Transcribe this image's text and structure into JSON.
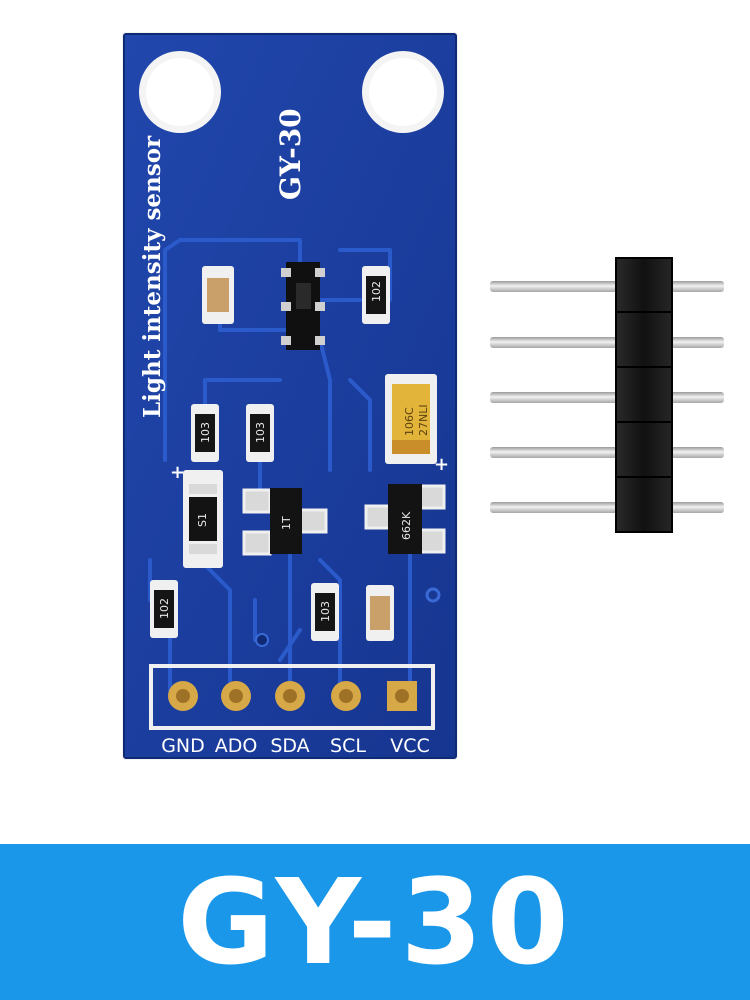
{
  "banner": {
    "title": "GY-30"
  },
  "board": {
    "model_label": "GY-30",
    "sensor_label": "Light intensity sensor",
    "pins": [
      "GND",
      "ADO",
      "SDA",
      "SCL",
      "VCC"
    ],
    "resistor_codes": [
      "102",
      "103",
      "103",
      "102",
      "103"
    ],
    "ic_codes": [
      "S1",
      "1T",
      "662K"
    ],
    "capacitor_marking": [
      "106C",
      "27NLI"
    ],
    "polarity_mark": "+"
  },
  "colors": {
    "pcb_blue": "#1c3fa0",
    "banner_blue": "#1b97ea",
    "gold_pad": "#d7a847",
    "header_black": "#141414",
    "pin_silver": "#d9d9d9",
    "capacitor_yellow": "#e3b43a"
  }
}
